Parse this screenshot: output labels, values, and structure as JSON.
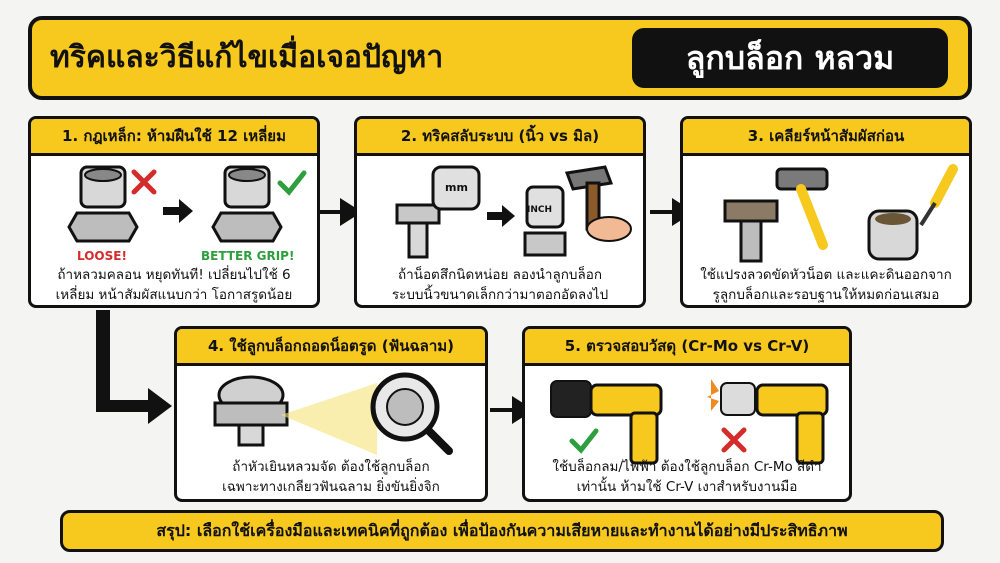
{
  "title": {
    "main": "ทริคและวิธีแก้ไขเมื่อเจอปัญหา",
    "highlight": "ลูกบล็อก หลวม"
  },
  "cards": [
    {
      "heading": "1. กฎเหล็ก: ห้ามฝืนใช้ 12 เหลี่ยม",
      "label_bad": "LOOSE!",
      "label_good": "BETTER GRIP!",
      "caption": [
        "ถ้าหลวมคลอน หยุดทันที! เปลี่ยนไปใช้ 6",
        "เหลี่ยม หน้าสัมผัสแนบกว่า โอกาสรูดน้อย"
      ]
    },
    {
      "heading": "2. ทริคสลับระบบ (นิ้ว vs มิล)",
      "label_mm": "mm",
      "label_inch": "INCH",
      "caption": [
        "ถ้าน็อตสึกนิดหน่อย ลองนำลูกบล็อก",
        "ระบบนิ้วขนาดเล็กกว่ามาตอกอัดลงไป"
      ]
    },
    {
      "heading": "3. เคลียร์หน้าสัมผัสก่อน",
      "caption": [
        "ใช้แปรงลวดขัดหัวน็อต และแคะดินออกจาก",
        "รูลูกบล็อกและรอบฐานให้หมดก่อนเสมอ"
      ]
    },
    {
      "heading": "4. ใช้ลูกบล็อกถอดน็อตรูด (ฟันฉลาม)",
      "caption": [
        "ถ้าหัวเยินหลวมจัด ต้องใช้ลูกบล็อก",
        "เฉพาะทางเกลียวฟันฉลาม ยิ่งขันยิ่งจิก"
      ]
    },
    {
      "heading": "5. ตรวจสอบวัสดุ (Cr-Mo vs Cr-V)",
      "caption": [
        "ใช้บล็อกลม/ไฟฟ้า ต้องใช้ลูกบล็อก Cr-Mo สีดำ",
        "เท่านั้น ห้ามใช้ Cr-V เงาสำหรับงานมือ"
      ]
    }
  ],
  "summary": "สรุป: เลือกใช้เครื่องมือและเทคนิคที่ถูกต้อง เพื่อป้องกันความเสียหายและทำงานได้อย่างมีประสิทธิภาพ",
  "colors": {
    "accent": "#f7c81e",
    "good": "#2e9e3e",
    "bad": "#d62b2b",
    "outline": "#111111"
  }
}
